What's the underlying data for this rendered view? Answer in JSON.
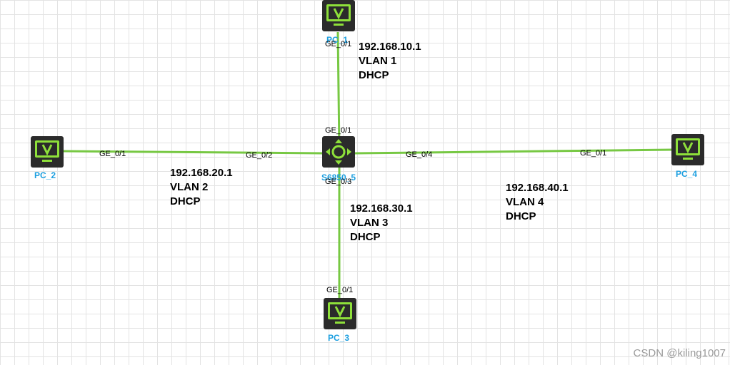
{
  "colors": {
    "link": "#77c843",
    "device_body": "#2b2b2b",
    "icon_accent": "#8ee03a",
    "device_label": "#1c9fe0"
  },
  "devices": {
    "switch": {
      "name": "S6850_5",
      "icon": "router-arrows-icon"
    },
    "pc1": {
      "name": "PC_1",
      "icon": "monitor-v-icon"
    },
    "pc2": {
      "name": "PC_2",
      "icon": "monitor-v-icon"
    },
    "pc3": {
      "name": "PC_3",
      "icon": "monitor-v-icon"
    },
    "pc4": {
      "name": "PC_4",
      "icon": "monitor-v-icon"
    }
  },
  "links": [
    {
      "from": "PC_1",
      "from_port": "GE_0/1",
      "to": "S6850_5",
      "to_port": "GE_0/1",
      "ip": "192.168.10.1",
      "vlan": "VLAN 1",
      "service": "DHCP"
    },
    {
      "from": "PC_2",
      "from_port": "GE_0/1",
      "to": "S6850_5",
      "to_port": "GE_0/2",
      "ip": "192.168.20.1",
      "vlan": "VLAN 2",
      "service": "DHCP"
    },
    {
      "from": "PC_3",
      "from_port": "GE_0/1",
      "to": "S6850_5",
      "to_port": "GE_0/3",
      "ip": "192.168.30.1",
      "vlan": "VLAN 3",
      "service": "DHCP"
    },
    {
      "from": "PC_4",
      "from_port": "GE_0/1",
      "to": "S6850_5",
      "to_port": "GE_0/4",
      "ip": "192.168.40.1",
      "vlan": "VLAN 4",
      "service": "DHCP"
    }
  ],
  "watermark": "CSDN @kiling1007"
}
